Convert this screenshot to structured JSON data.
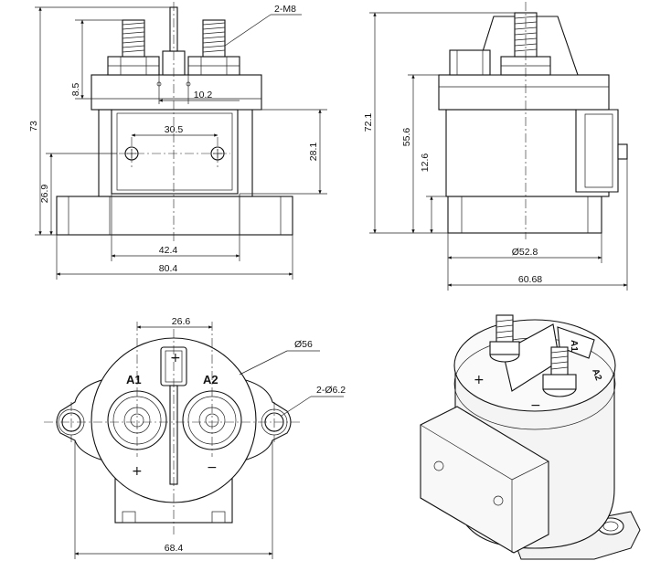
{
  "dims": {
    "front_height_total": "73",
    "front_stud_height": "8.5",
    "front_base_height": "26.9",
    "front_terminal_pitch": "10.2",
    "front_hole_pitch": "30.5",
    "front_cover_height": "28.1",
    "front_cover_width": "42.4",
    "front_base_width": "80.4",
    "thread_callout": "2-M8",
    "side_height_total": "72.1",
    "side_height_body": "55.6",
    "side_height_flange": "12.6",
    "side_body_diameter": "Ø52.8",
    "side_total_width": "60.68",
    "top_terminal_pitch": "26.6",
    "top_outer_diameter": "Ø56",
    "top_mount_holes": "2-Ø6.2",
    "top_flange_width": "68.4"
  },
  "labels": {
    "terminal_a1": "A1",
    "terminal_a2": "A2",
    "plus": "+",
    "minus": "−"
  }
}
